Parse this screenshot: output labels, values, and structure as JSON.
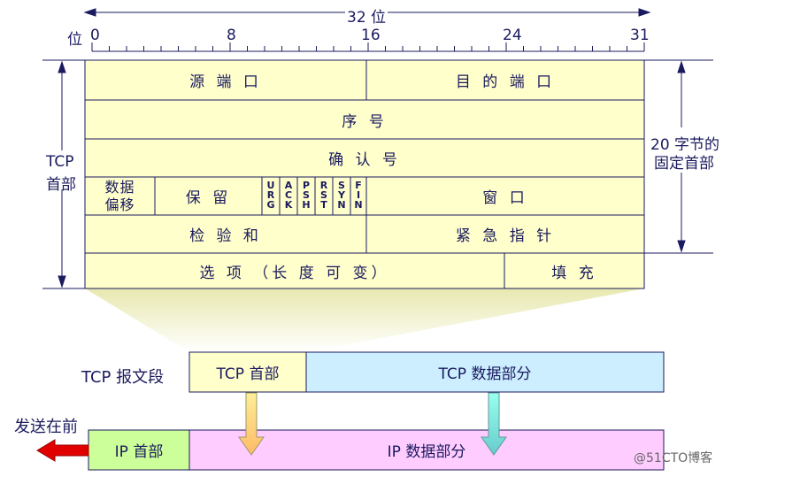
{
  "ruler": {
    "width_label": "32 位",
    "bit_label": "位",
    "ticks": [
      "0",
      "8",
      "16",
      "24",
      "31"
    ]
  },
  "left_label": [
    "TCP",
    "首部"
  ],
  "right_label": [
    "20 字节的",
    "固定首部"
  ],
  "header_fields": {
    "src_port": "源 端 口",
    "dst_port": "目 的 端 口",
    "seq": "序  号",
    "ack_num": "确  认  号",
    "data_offset": [
      "数据",
      "偏移"
    ],
    "reserved": "保  留",
    "flags": [
      "URG",
      "ACK",
      "PSH",
      "RST",
      "SYN",
      "FIN"
    ],
    "window": "窗  口",
    "checksum": "检 验 和",
    "urgent": "紧 急 指 针",
    "options": "选  项  （长 度 可 变）",
    "padding": "填  充"
  },
  "segment": {
    "label": "TCP 报文段",
    "header": "TCP 首部",
    "data": "TCP 数据部分"
  },
  "ip": {
    "send_first": "发送在前",
    "header": "IP 首部",
    "data": "IP 数据部分"
  },
  "watermark": "@51CTO博客",
  "colors": {
    "header_fill": "#ffffcc",
    "tcp_data_fill": "#cceeff",
    "ip_header_fill": "#ccff99",
    "ip_data_fill": "#ffccff",
    "arrow_red": "#e00000",
    "text": "#1a1a5e"
  }
}
